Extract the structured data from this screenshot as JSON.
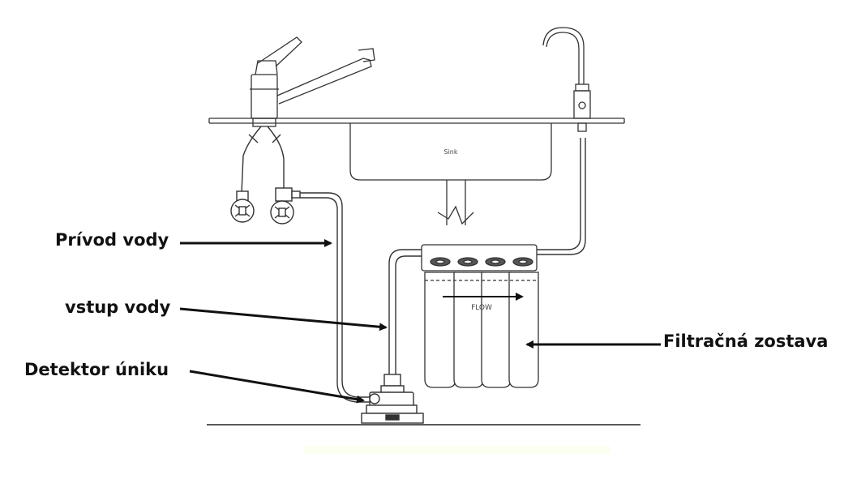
{
  "labels": {
    "water_supply": "Prívod vody",
    "water_inlet": "vstup vody",
    "leak_detector": "Detektor úniku",
    "filter_set": "Filtračná zostava"
  },
  "drawing": {
    "sink_text": "Sink",
    "flow_text": "FLOW"
  },
  "colors": {
    "line": "#2b2b2b",
    "arrow": "#111111",
    "label": "#111111"
  }
}
